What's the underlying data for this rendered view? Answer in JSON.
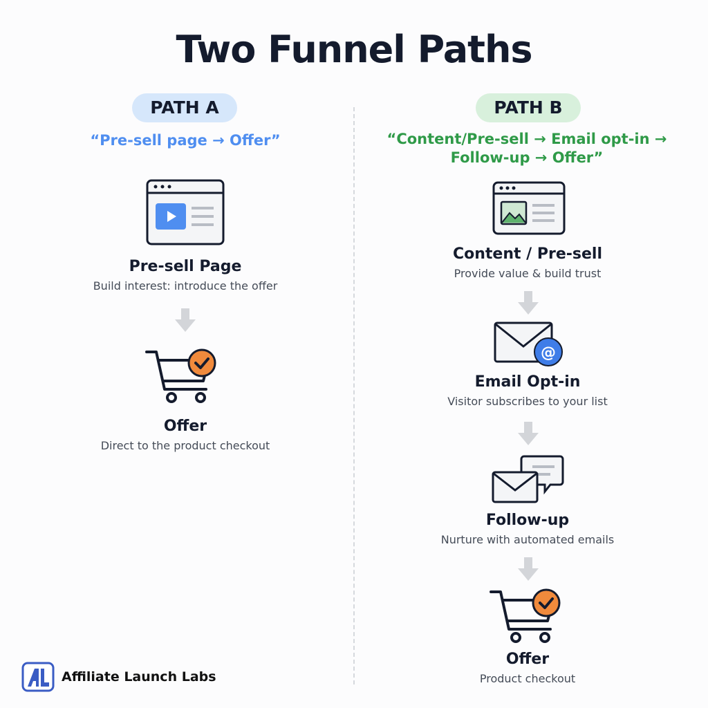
{
  "title": "Two Funnel Paths",
  "path_a": {
    "badge": "PATH A",
    "tagline": "“Pre-sell page → Offer”",
    "steps": [
      {
        "icon": "browser-video-icon",
        "title": "Pre-sell Page",
        "desc": "Build interest: introduce the offer"
      },
      {
        "icon": "cart-check-icon",
        "title": "Offer",
        "desc": "Direct to the product checkout"
      }
    ]
  },
  "path_b": {
    "badge": "PATH B",
    "tagline_line1": "“Content/Pre-sell → Email opt-in →",
    "tagline_line2": "Follow-up → Offer”",
    "steps": [
      {
        "icon": "browser-image-icon",
        "title": "Content / Pre-sell",
        "desc": "Provide value & build trust"
      },
      {
        "icon": "email-at-icon",
        "title": "Email Opt-in",
        "desc": "Visitor subscribes to your list"
      },
      {
        "icon": "email-chat-icon",
        "title": "Follow-up",
        "desc": "Nurture with automated emails"
      },
      {
        "icon": "cart-check-icon",
        "title": "Offer",
        "desc": "Product checkout"
      }
    ]
  },
  "brand": {
    "name": "Affiliate Launch Labs",
    "logo_text": "AL"
  },
  "colors": {
    "blue": "#4f8ef0",
    "green": "#2f9a48",
    "orange": "#f08a3c",
    "pill_a": "#d6e7fb",
    "pill_b": "#d8f0dc"
  }
}
